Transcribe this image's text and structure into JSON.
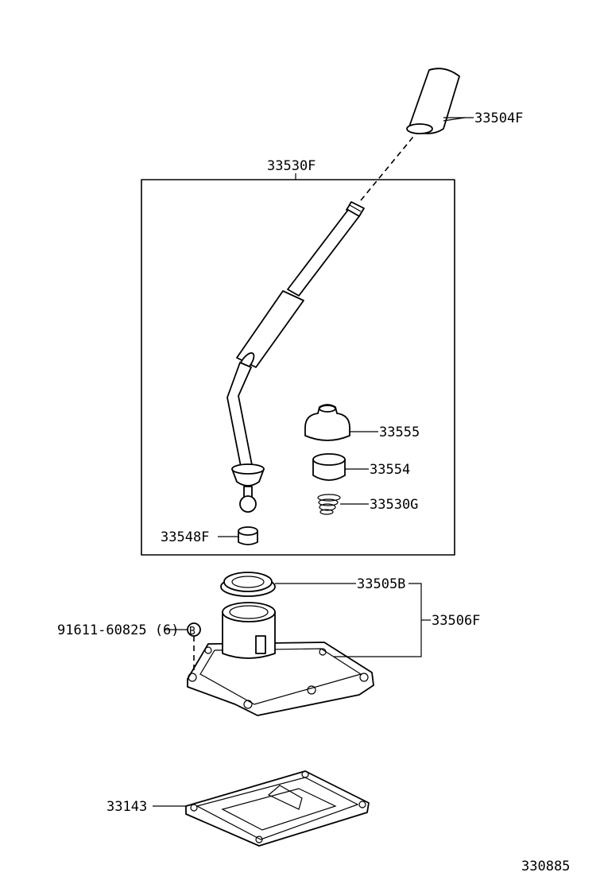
{
  "parts": {
    "knob": "33504F",
    "lever_assy": "33530F",
    "boot": "33555",
    "bushing": "33554",
    "spring": "33530G",
    "seat": "33548F",
    "retainer": "33505B",
    "housing": "33506F",
    "bolt": "91611-60825 (6)",
    "bolt_marker": "B",
    "cover": "33143"
  },
  "drawing_number": "330885"
}
